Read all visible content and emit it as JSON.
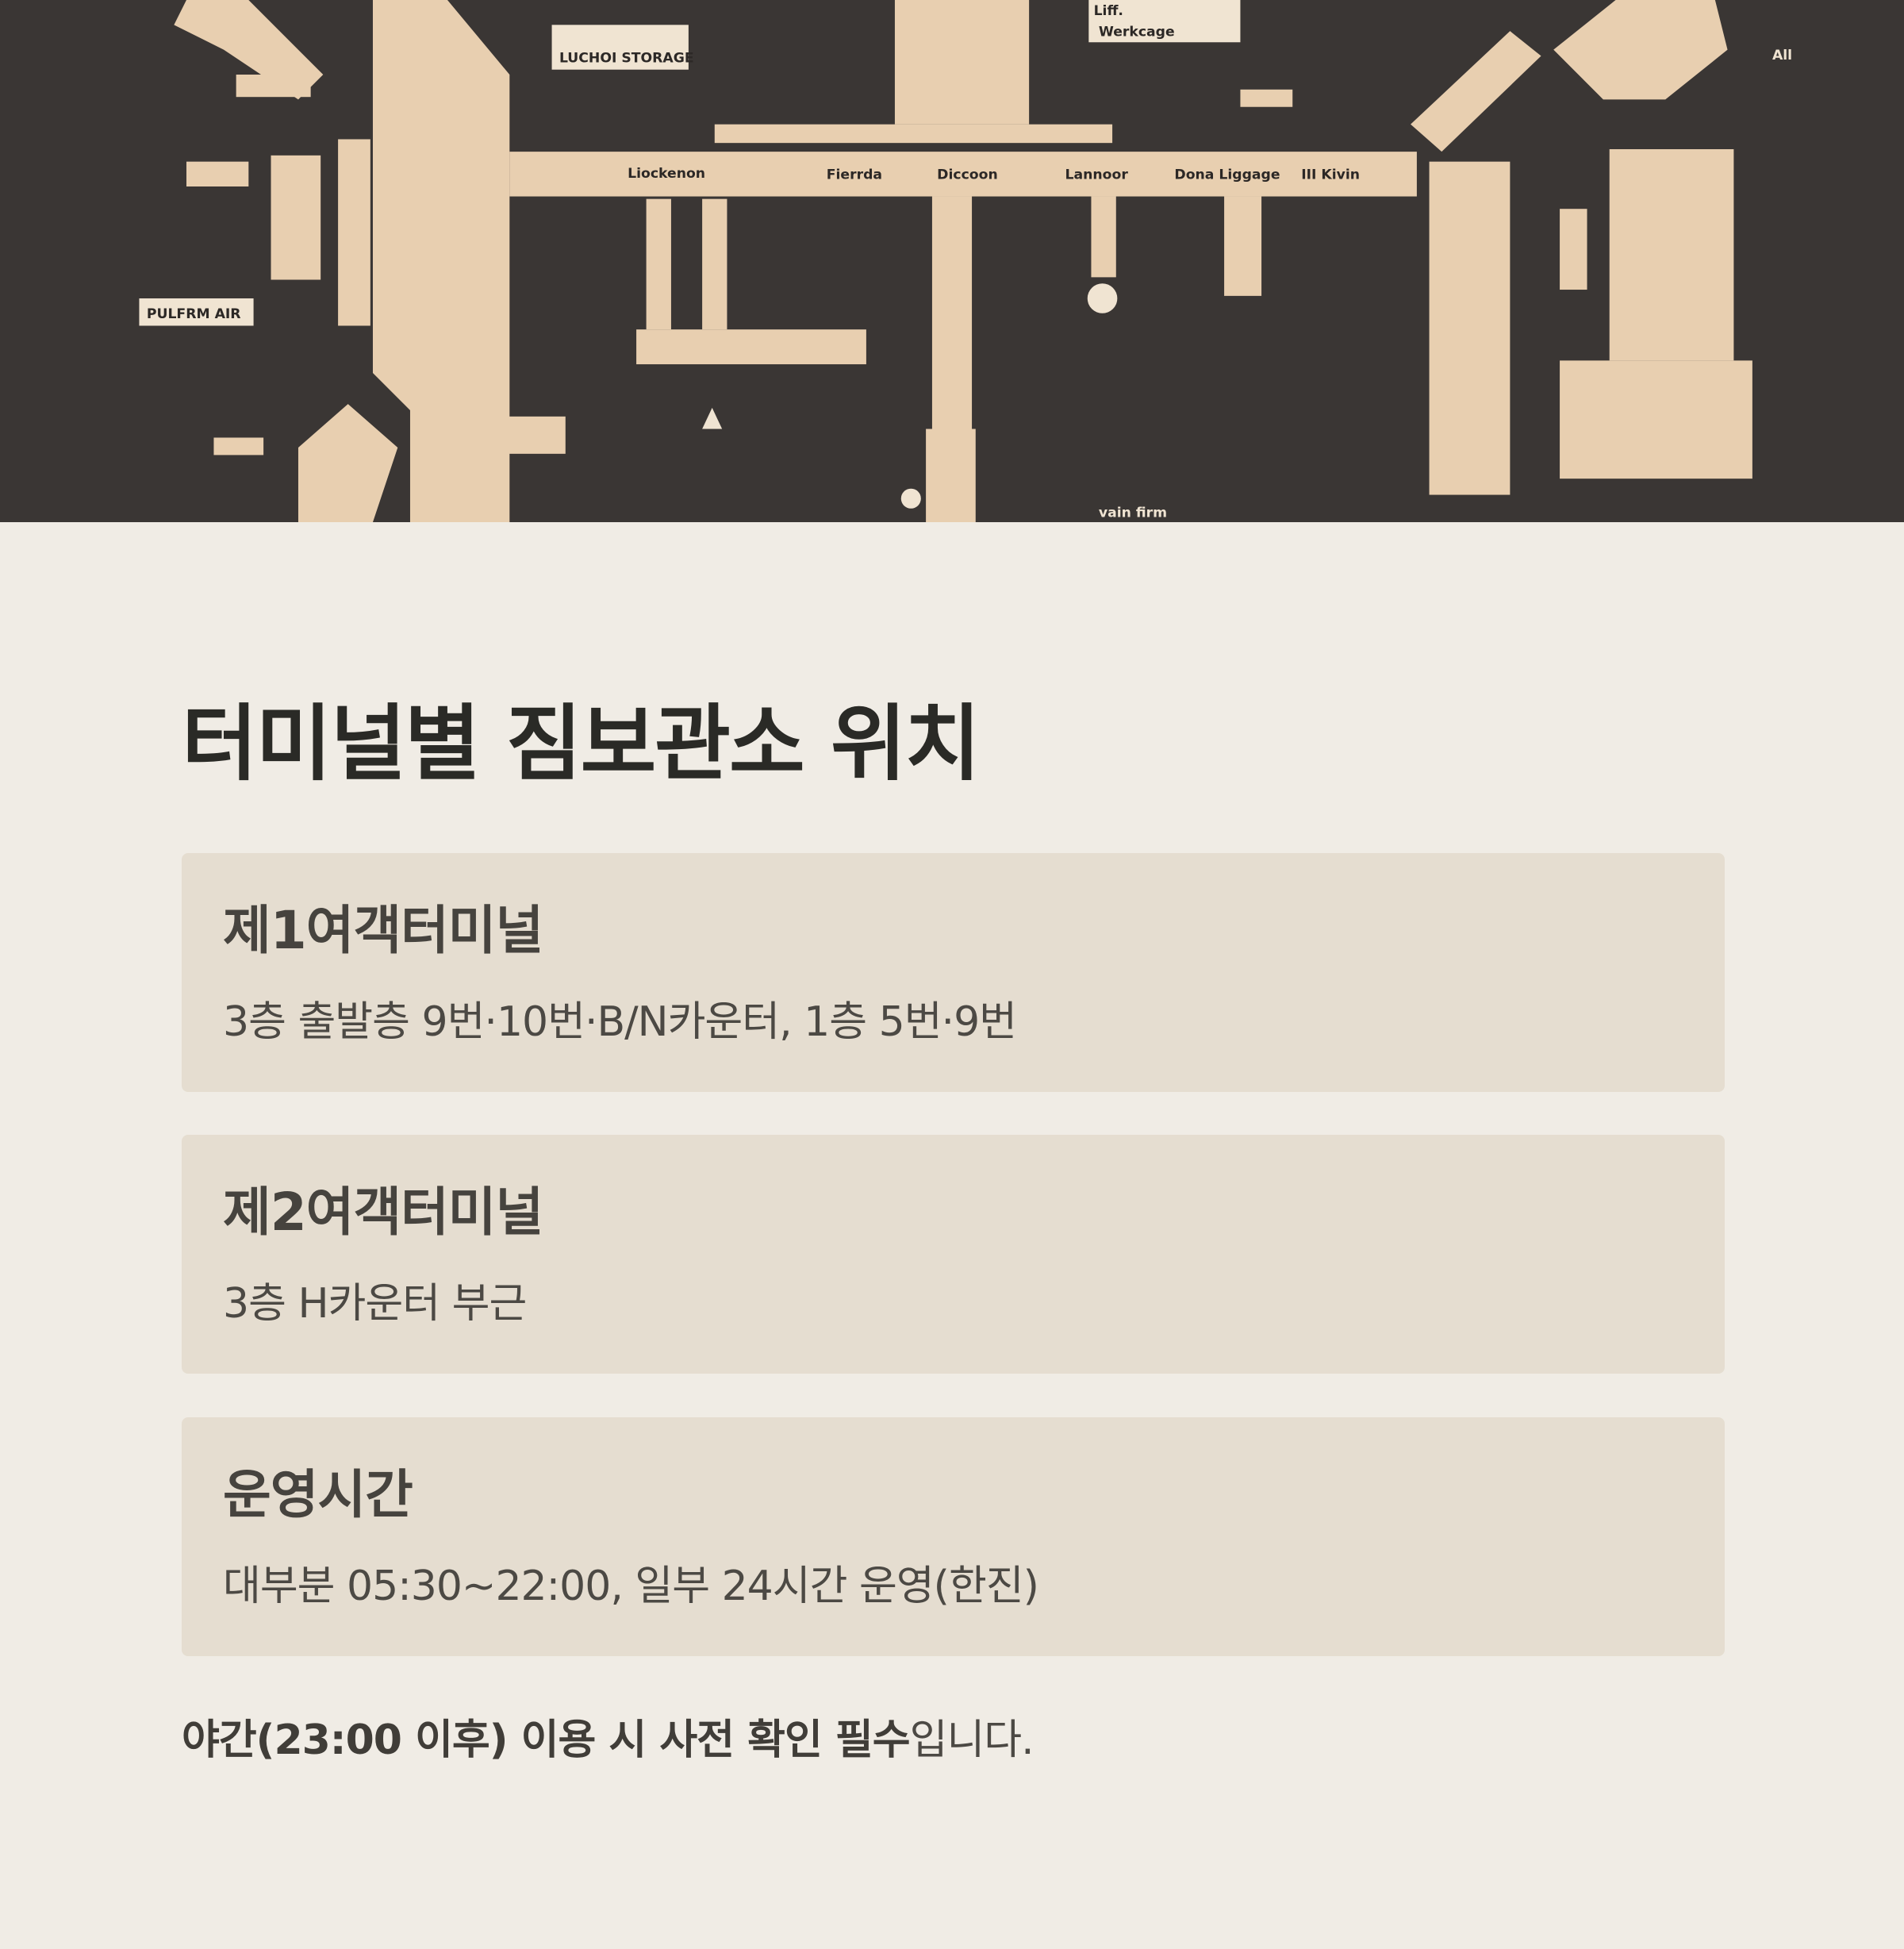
{
  "map": {
    "labels": {
      "storage": "LUCHOI STORAGE",
      "pulfrm": "PULFRM AIR",
      "werkcage": "Werkcage",
      "liff": "Liff.",
      "all": "All",
      "vain": "vain firm",
      "area1": "Liockenon",
      "area2": "Fierrda",
      "area3": "Diccoon",
      "area4": "Lannoor",
      "area5": "Dona Liggage",
      "area6": "III Kivin"
    },
    "colors": {
      "background": "#3a3634",
      "floorplan": "#e8cfb0"
    }
  },
  "page": {
    "title": "터미널별 짐보관소 위치",
    "cards": [
      {
        "heading": "제1여객터미널",
        "text": "3층 출발층 9번·10번·B/N카운터, 1층 5번·9번"
      },
      {
        "heading": "제2여객터미널",
        "text": "3층 H카운터 부근"
      },
      {
        "heading": "운영시간",
        "text": "대부분 05:30~22:00, 일부 24시간 운영(한진)"
      }
    ],
    "note": {
      "bold": "야간(23:00 이후) 이용 시 사전 확인 필수",
      "rest": "입니다."
    }
  },
  "colors": {
    "background": "#f0ece5",
    "card": "#e5ddd0",
    "title": "#2a2a26",
    "text": "#4c4944"
  }
}
